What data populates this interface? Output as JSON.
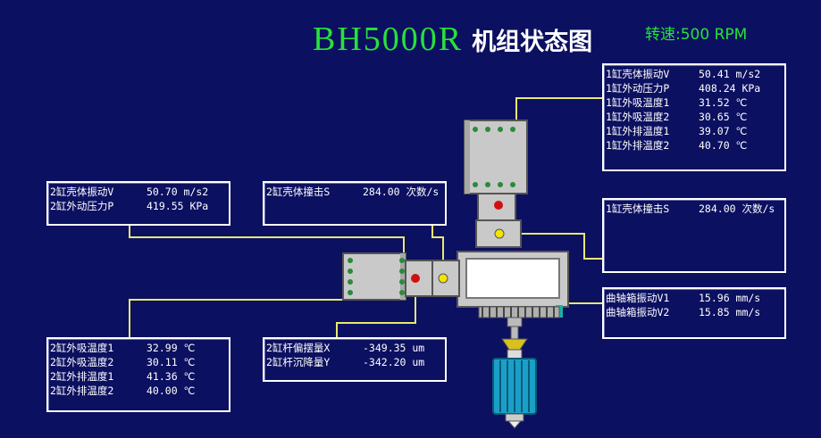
{
  "header": {
    "title_code": "BH5000R",
    "title_cn": "机组状态图",
    "speed": "转速:500 RPM"
  },
  "panels": {
    "cyl1_top": [
      {
        "label": "1缸壳体振动V",
        "value": "50.41 m/s2"
      },
      {
        "label": "1缸外动压力P",
        "value": "408.24 KPa"
      },
      {
        "label": "1缸外吸温度1",
        "value": "31.52 ℃"
      },
      {
        "label": "1缸外吸温度2",
        "value": "30.65 ℃"
      },
      {
        "label": "1缸外排温度1",
        "value": "39.07 ℃"
      },
      {
        "label": "1缸外排温度2",
        "value": "40.70 ℃"
      }
    ],
    "cyl1_impact": [
      {
        "label": "1缸壳体撞击S",
        "value": "284.00 次数/s"
      }
    ],
    "crankcase": [
      {
        "label": "曲轴箱振动V1",
        "value": "15.96 mm/s"
      },
      {
        "label": "曲轴箱振动V2",
        "value": "15.85 mm/s"
      }
    ],
    "cyl2_vibration": [
      {
        "label": "2缸壳体振动V",
        "value": "50.70 m/s2"
      },
      {
        "label": "2缸外动压力P",
        "value": "419.55 KPa"
      }
    ],
    "cyl2_impact": [
      {
        "label": "2缸壳体撞击S",
        "value": "284.00 次数/s"
      }
    ],
    "cyl2_temps": [
      {
        "label": "2缸外吸温度1",
        "value": "32.99 ℃"
      },
      {
        "label": "2缸外吸温度2",
        "value": "30.11 ℃"
      },
      {
        "label": "2缸外排温度1",
        "value": "41.36 ℃"
      },
      {
        "label": "2缸外排温度2",
        "value": "40.00 ℃"
      }
    ],
    "cyl2_rod": [
      {
        "label": "2缸杆偏摆量X",
        "value": "-349.35 um"
      },
      {
        "label": "2缸杆沉降量Y",
        "value": "-342.20 um"
      }
    ]
  },
  "colors": {
    "background": "#0c1060",
    "title_green": "#27e23a",
    "leader_yellow": "#e8e870",
    "sensor_red": "#d01010",
    "sensor_yellow": "#f4e400",
    "motor_blue": "#1aa0c8"
  }
}
